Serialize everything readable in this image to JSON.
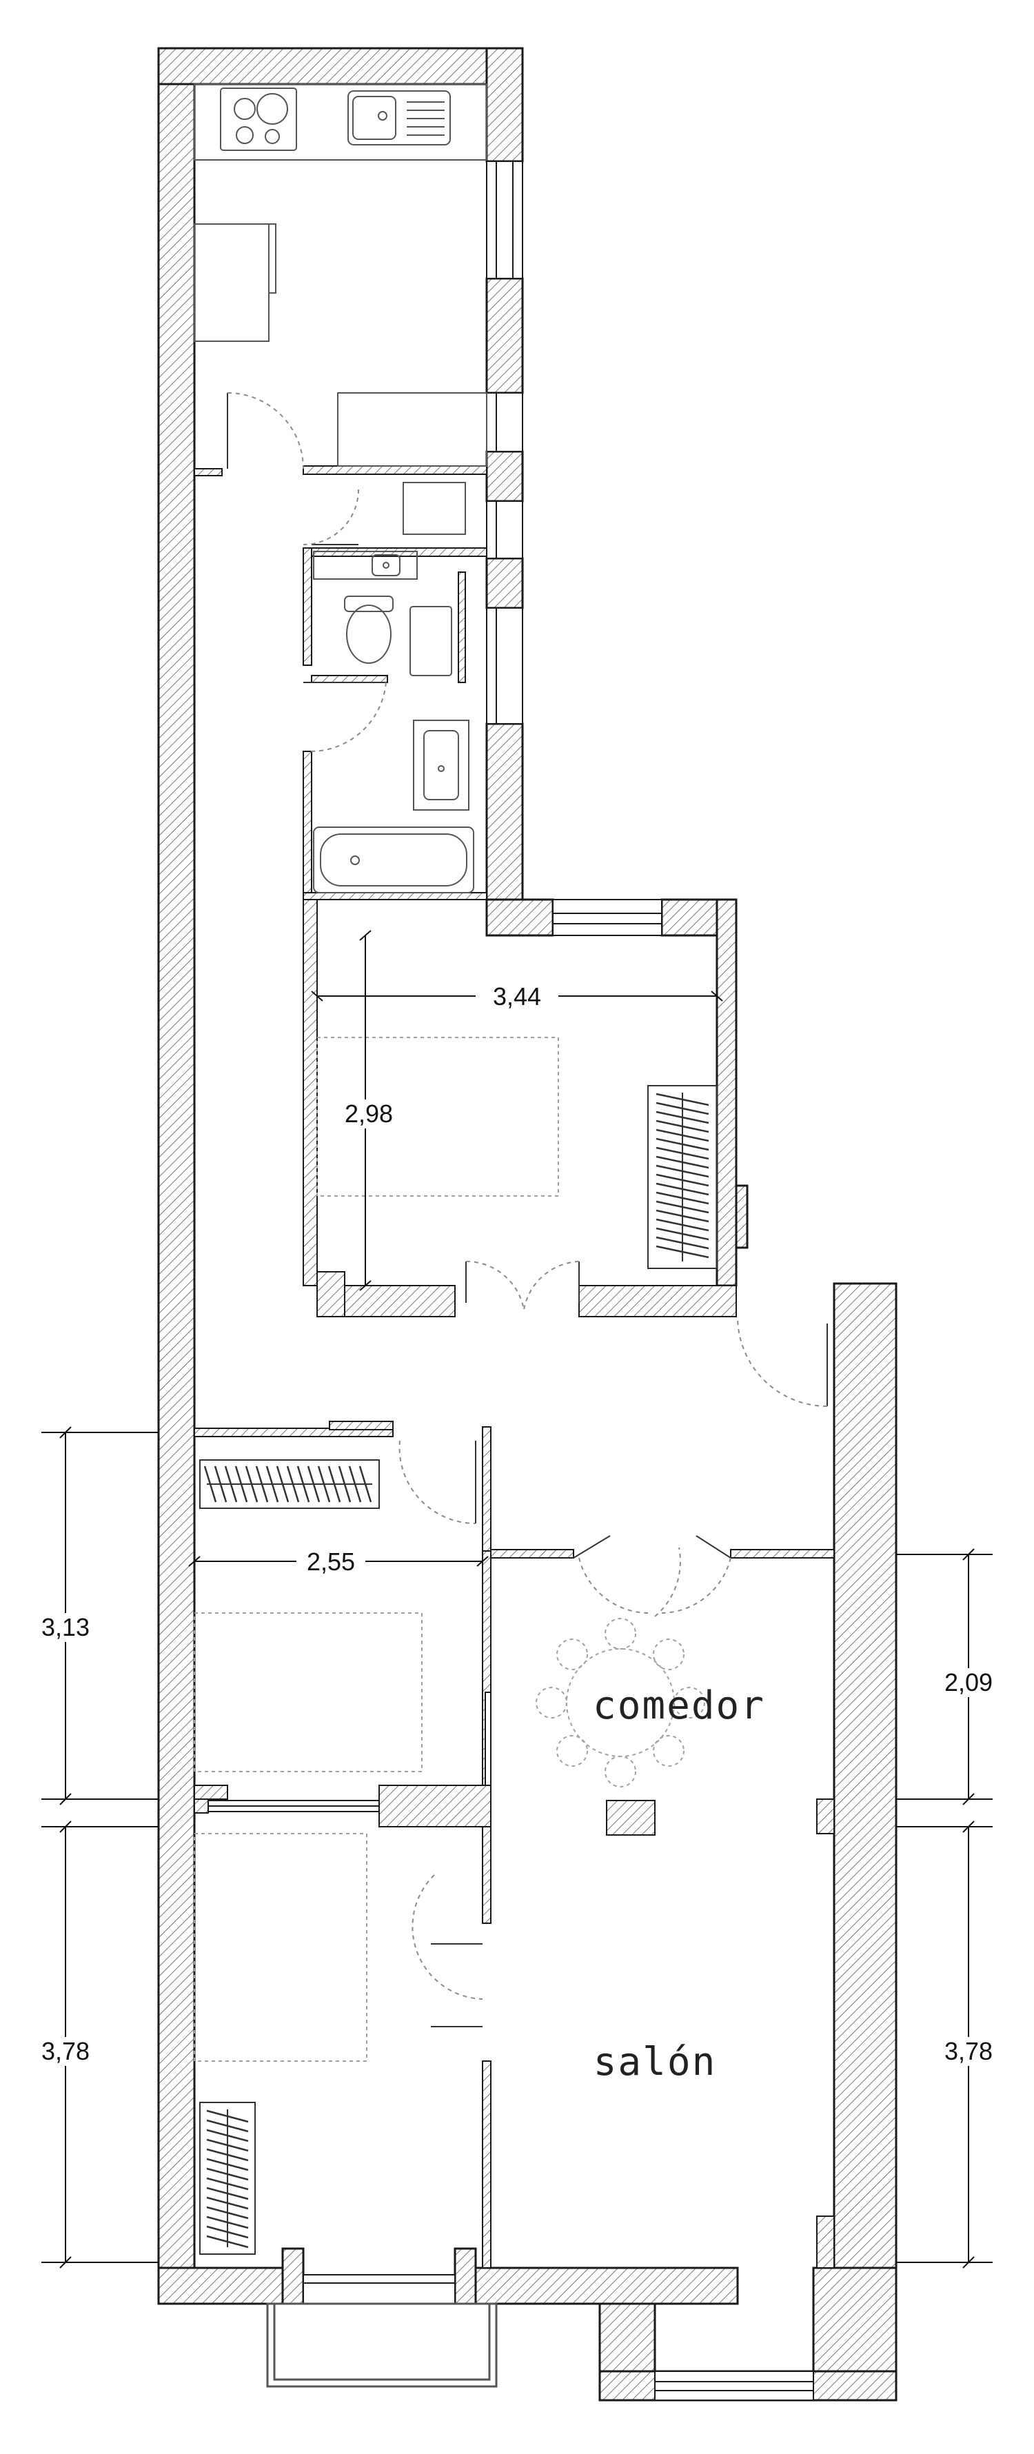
{
  "rooms": {
    "comedor": "comedor",
    "salon": "salón"
  },
  "dimensions": {
    "bedroom1_width": "3,44",
    "bedroom1_depth": "2,98",
    "bedroom2_width": "2,55",
    "left_upper": "3,13",
    "left_lower": "3,78",
    "right_upper": "2,09",
    "right_lower": "3,78"
  },
  "colors": {
    "wall_fill": "#ffffff",
    "wall_hatch": "#444444",
    "line": "#1a1a1a",
    "furniture": "#555555",
    "dashed": "#9a9a9a"
  }
}
